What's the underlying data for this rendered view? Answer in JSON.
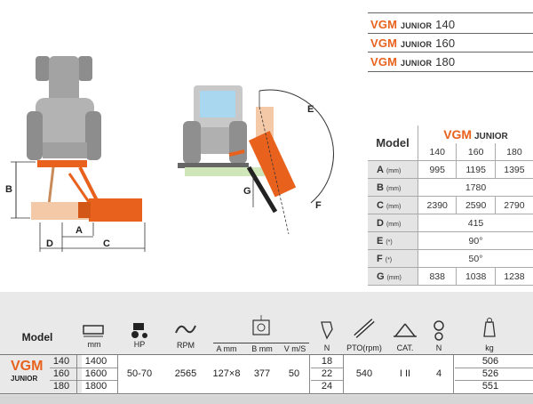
{
  "models_list": [
    {
      "brand": "VGM",
      "line": "JUNIOR",
      "size": "140"
    },
    {
      "brand": "VGM",
      "line": "JUNIOR",
      "size": "160"
    },
    {
      "brand": "VGM",
      "line": "JUNIOR",
      "size": "180"
    }
  ],
  "diagram_labels": {
    "b": "B",
    "d": "D",
    "a": "A",
    "c": "C",
    "e": "E",
    "f": "F",
    "g": "G"
  },
  "spec_table": {
    "model_label": "Model",
    "brand": "VGM",
    "line": "JUNIOR",
    "sizes": [
      "140",
      "160",
      "180"
    ],
    "rows": [
      {
        "label": "A",
        "unit": "(mm)",
        "values": [
          "995",
          "1195",
          "1395"
        ]
      },
      {
        "label": "B",
        "unit": "(mm)",
        "values": [
          "1780"
        ]
      },
      {
        "label": "C",
        "unit": "(mm)",
        "values": [
          "2390",
          "2590",
          "2790"
        ]
      },
      {
        "label": "D",
        "unit": "(mm)",
        "values": [
          "415"
        ]
      },
      {
        "label": "E",
        "unit": "(*)",
        "values": [
          "90°"
        ]
      },
      {
        "label": "F",
        "unit": "(*)",
        "values": [
          "50°"
        ]
      },
      {
        "label": "G",
        "unit": "(mm)",
        "values": [
          "838",
          "1038",
          "1238"
        ]
      }
    ]
  },
  "bottom_table": {
    "model_label": "Model",
    "brand": "VGM",
    "line": "JUNIOR",
    "headers": {
      "mm": "mm",
      "hp": "HP",
      "rpm": "RPM",
      "a_mm": "A mm",
      "b_mm": "B mm",
      "vms": "V m/S",
      "n1": "N",
      "pto": "PTO(rpm)",
      "cat": "CAT.",
      "n2": "N",
      "kg": "kg"
    },
    "sizes": [
      "140",
      "160",
      "180"
    ],
    "mm": [
      "1400",
      "1600",
      "1800"
    ],
    "hp": "50-70",
    "rpm": "2565",
    "a_mm": "127×8",
    "b_mm": "377",
    "vms": "50",
    "n1": [
      "18",
      "22",
      "24"
    ],
    "pto": "540",
    "cat": "I II",
    "n2": "4",
    "kg": [
      "506",
      "526",
      "551"
    ]
  },
  "colors": {
    "accent": "#e8621d",
    "tractor": "#9a9a9a",
    "grey_band": "#e9e9e9"
  }
}
